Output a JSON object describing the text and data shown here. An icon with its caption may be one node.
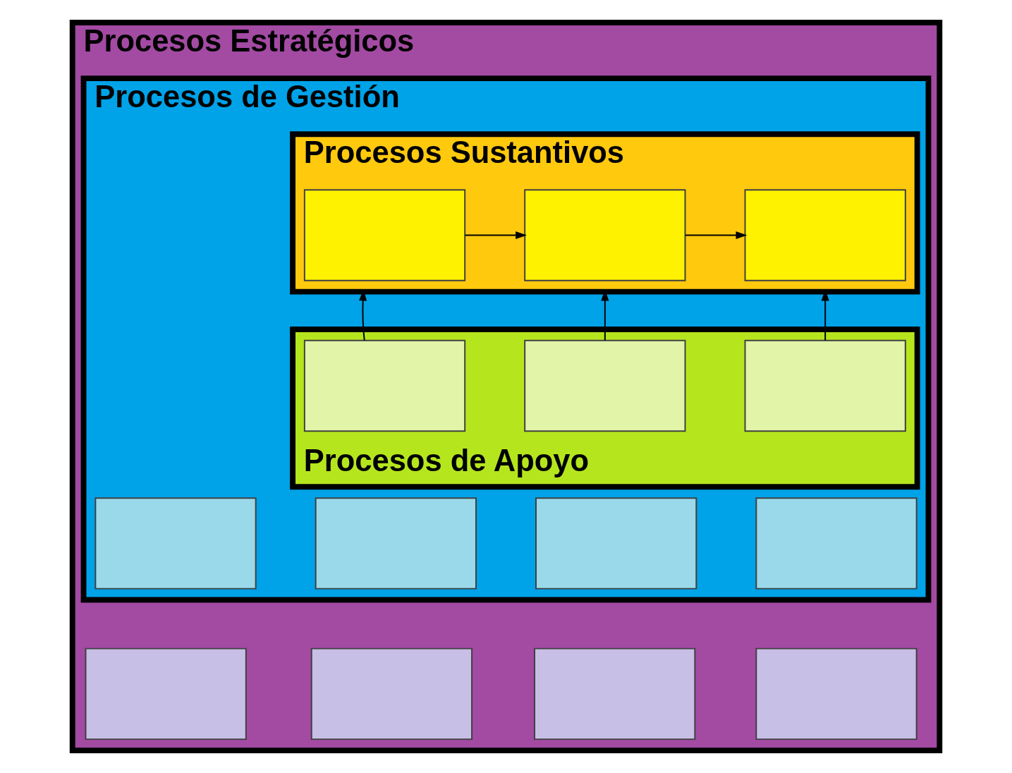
{
  "diagram": {
    "nodes": [
      {
        "text": [
          "Procesos Estratégicos"
        ]
      },
      {
        "text": [
          "Procesos de Gestión"
        ],
        "in": 0
      },
      {
        "text": [
          "Procesos Sustantivos"
        ],
        "in": 1
      },
      {
        "text": [],
        "shape": "box",
        "in": 2
      },
      {
        "text": [],
        "shape": "box",
        "in": 2
      },
      {
        "text": [],
        "shape": "box",
        "in": 2
      },
      {
        "text": [
          "Procesos de Apoyo"
        ],
        "in": 1
      },
      {
        "text": [],
        "shape": "box",
        "in": 6
      },
      {
        "text": [],
        "shape": "box",
        "in": 6
      },
      {
        "text": [],
        "shape": "box",
        "in": 6
      },
      {
        "text": [],
        "shape": "box",
        "in": 1
      },
      {
        "text": [],
        "shape": "box",
        "in": 1
      },
      {
        "text": [],
        "shape": "box",
        "in": 1
      },
      {
        "text": [],
        "shape": "box",
        "in": 1
      },
      {
        "text": [],
        "shape": "box",
        "in": 0
      },
      {
        "text": [],
        "shape": "box",
        "in": 0
      },
      {
        "text": [],
        "shape": "box",
        "in": 0
      },
      {
        "text": [],
        "shape": "box",
        "in": 0
      }
    ],
    "edges": [
      {
        "from": 3,
        "to": 4,
        "arrow": "to"
      },
      {
        "from": 4,
        "to": 5,
        "arrow": "to"
      },
      {
        "from": 7,
        "to": 2,
        "arrow": "to"
      },
      {
        "from": 8,
        "to": 2,
        "arrow": "to"
      },
      {
        "from": 9,
        "to": 2,
        "arrow": "to"
      }
    ]
  }
}
